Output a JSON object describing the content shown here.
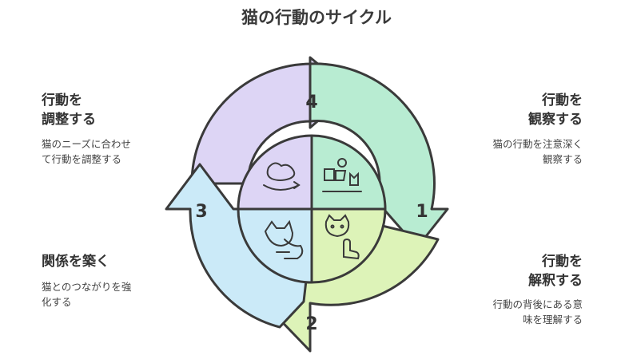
{
  "title": "猫の行動のサイクル",
  "steps": [
    {
      "number": "1",
      "heading_line1": "行動を",
      "heading_line2": "観察する",
      "desc_line1": "猫の行動を注意深く",
      "desc_line2": "観察する",
      "color": "#b8ecd2"
    },
    {
      "number": "2",
      "heading_line1": "行動を",
      "heading_line2": "解釈する",
      "desc_line1": "行動の背後にある意",
      "desc_line2": "味を理解する",
      "color": "#ddf3b8"
    },
    {
      "number": "3",
      "heading_line1": "関係を築く",
      "heading_line2": "",
      "desc_line1": "猫とのつながりを強",
      "desc_line2": "化する",
      "color": "#cbeaf8"
    },
    {
      "number": "4",
      "heading_line1": "行動を",
      "heading_line2": "調整する",
      "desc_line1": "猫のニーズに合わせ",
      "desc_line2": "て行動を調整する",
      "color": "#ddd5f5"
    }
  ],
  "icons": [
    "observe-icon",
    "interpret-icon",
    "bond-icon",
    "adjust-icon"
  ]
}
